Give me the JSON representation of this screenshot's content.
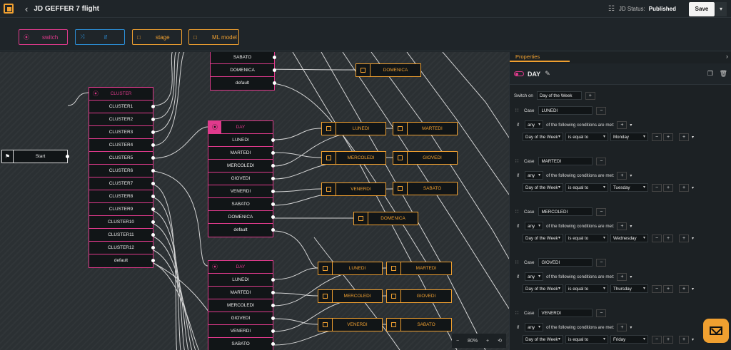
{
  "header": {
    "title": "JD GEFFER 7 flight",
    "status_label": "JD Status:",
    "status_value": "Published",
    "save_label": "Save"
  },
  "toolbar": [
    {
      "label": "switch",
      "color": "#e03a8c",
      "icon": "toggle-icon"
    },
    {
      "label": "if",
      "color": "#2b8fd8",
      "icon": "shuffle-icon"
    },
    {
      "label": "stage",
      "color": "#f0a030",
      "icon": "square-icon"
    },
    {
      "label": "ML model",
      "color": "#f0a030",
      "icon": "square-icon"
    }
  ],
  "canvas": {
    "start_label": "Start",
    "zoom": "80%",
    "cluster_node": {
      "title": "CLUSTER",
      "rows": [
        "CLUSTER1",
        "CLUSTER2",
        "CLUSTER3",
        "CLUSTER4",
        "CLUSTER5",
        "CLUSTER6",
        "CLUSTER7",
        "CLUSTER8",
        "CLUSTER9",
        "CLUSTER10",
        "CLUSTER11",
        "CLUSTER12",
        "default"
      ]
    },
    "day_node_top": {
      "rows": [
        "SABATO",
        "DOMENICA",
        "default"
      ]
    },
    "day_node_1": {
      "title": "DAY",
      "rows": [
        "LUNEDI",
        "MARTEDI",
        "MERCOLEDI",
        "GIOVEDI",
        "VENERDI",
        "SABATO",
        "DOMENICA",
        "default"
      ]
    },
    "day_node_2": {
      "title": "DAY",
      "rows": [
        "LUNEDI",
        "MARTEDI",
        "MERCOLEDI",
        "GIOVEDI",
        "VENERDI",
        "SABATO"
      ]
    },
    "stages": [
      "DOMENICA",
      "LUNEDI",
      "MARTEDI",
      "MERCOLEDI",
      "GIOVEDI",
      "VENERDI",
      "SABATO",
      "DOMENICA",
      "LUNEDI",
      "MARTEDI",
      "MERCOLEDI",
      "GIOVEDI",
      "VENERDI",
      "SABATO"
    ]
  },
  "properties": {
    "tab": "Properties",
    "node_name": "DAY",
    "switch_on_label": "Switch on",
    "switch_on_value": "Day of the Week",
    "case_label": "Case",
    "if_label": "if",
    "any_label": "any",
    "conditions_text": "of the following conditions are met:",
    "field_label": "Day of the Week",
    "operator_label": "is equal to",
    "cases": [
      {
        "name": "LUNEDI",
        "value": "Monday"
      },
      {
        "name": "MARTEDI",
        "value": "Tuesday"
      },
      {
        "name": "MERCOLEDI",
        "value": "Wednesday"
      },
      {
        "name": "GIOVEDI",
        "value": "Thursday"
      },
      {
        "name": "VENERDI",
        "value": "Friday"
      }
    ]
  }
}
